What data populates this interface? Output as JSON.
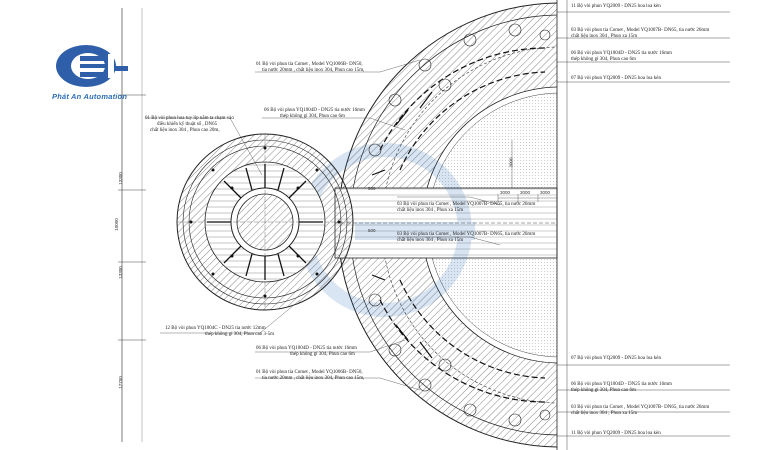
{
  "brand": {
    "name": "Phát An Automation"
  },
  "labels": {
    "r1": "11 Bộ vòi phun YQ2009 - DN25 hoa loa kèn",
    "r2a": "03 Bộ vòi phun tia Comet , Model YQ1007B- DN65, tia nước 26mm",
    "r2b": "chất liệu inox 304 , Phun xa 15m",
    "r3a": "06 Bộ vòi phun YQ1004D - DN25 tia nước 16mm",
    "r3b": "thép không gỉ 304, Phun cao 6m",
    "r4": "07 Bộ vòi phun YQ2009 - DN25 hoa loa kèn",
    "r5": "07 Bộ vòi phun YQ2009 - DN25 hoa loa kèn",
    "r6a": "06 Bộ vòi phun YQ1004D - DN25 tia nước 16mm",
    "r6b": "thép không gỉ 304, Phun cao 6m",
    "r7a": "03 Bộ vòi phun tia Comet , Model YQ1007B- DN65, tia nước 26mm",
    "r7b": "chất liệu inox 304 , Phun xa 15m",
    "r8": "11 Bộ vòi phun YQ2009 - DN25 hoa loa kèn",
    "t1a": "01 Bộ vòi phun tia Comet , Model YQ1006B- DN50,",
    "t1b": "tia nước 20mm , chất liệu inox 304, Phun cao 15m,",
    "t2a": "06 Bộ vòi phun YQ1004D - DN25 tia nước 16mm",
    "t2b": "thép không gỉ 304, Phun cao 6m",
    "l1a": "01 Bộ vòi phun hoa tuy líp nằm ta chạm vào",
    "l1b": "điều khiển kỹ thuật số , DN65",
    "l1c": "chất liệu inox 304 , Phun cao 20m,",
    "c1a": "03 Bộ vòi phun tia Comet , Model YQ1007B- DN65, tia nước 26mm",
    "c1b": "chất liệu inox 304 , Phun xa 15m",
    "c2a": "03 Bộ vòi phun tia Comet , Model YQ1007B- DN65, tia nước 26mm",
    "c2b": "chất liệu inox 304 , Phun xa 15m",
    "b1a": "12 Bộ vòi phun YQ1004C - DN25 tia nước 12mm",
    "b1b": "thép không gỉ 304, Phun cao 3-5m",
    "b2a": "06 Bộ vòi phun YQ1004D - DN25 tia nước 16mm",
    "b2b": "thép không gỉ 304, Phun cao 6m",
    "b3a": "01 Bộ vòi phun tia Comet , Model YQ1006B- DN50,",
    "b3b": "tia nước 20mm , chất liệu inox 304, Phun cao 15m,"
  },
  "dims": {
    "d1": "13300",
    "d2": "10000",
    "d3": "13300",
    "d4": "17750",
    "d5": "3000",
    "d6": "3000",
    "d7": "3000",
    "d8": "500",
    "d9": "500",
    "d10": "3000"
  }
}
